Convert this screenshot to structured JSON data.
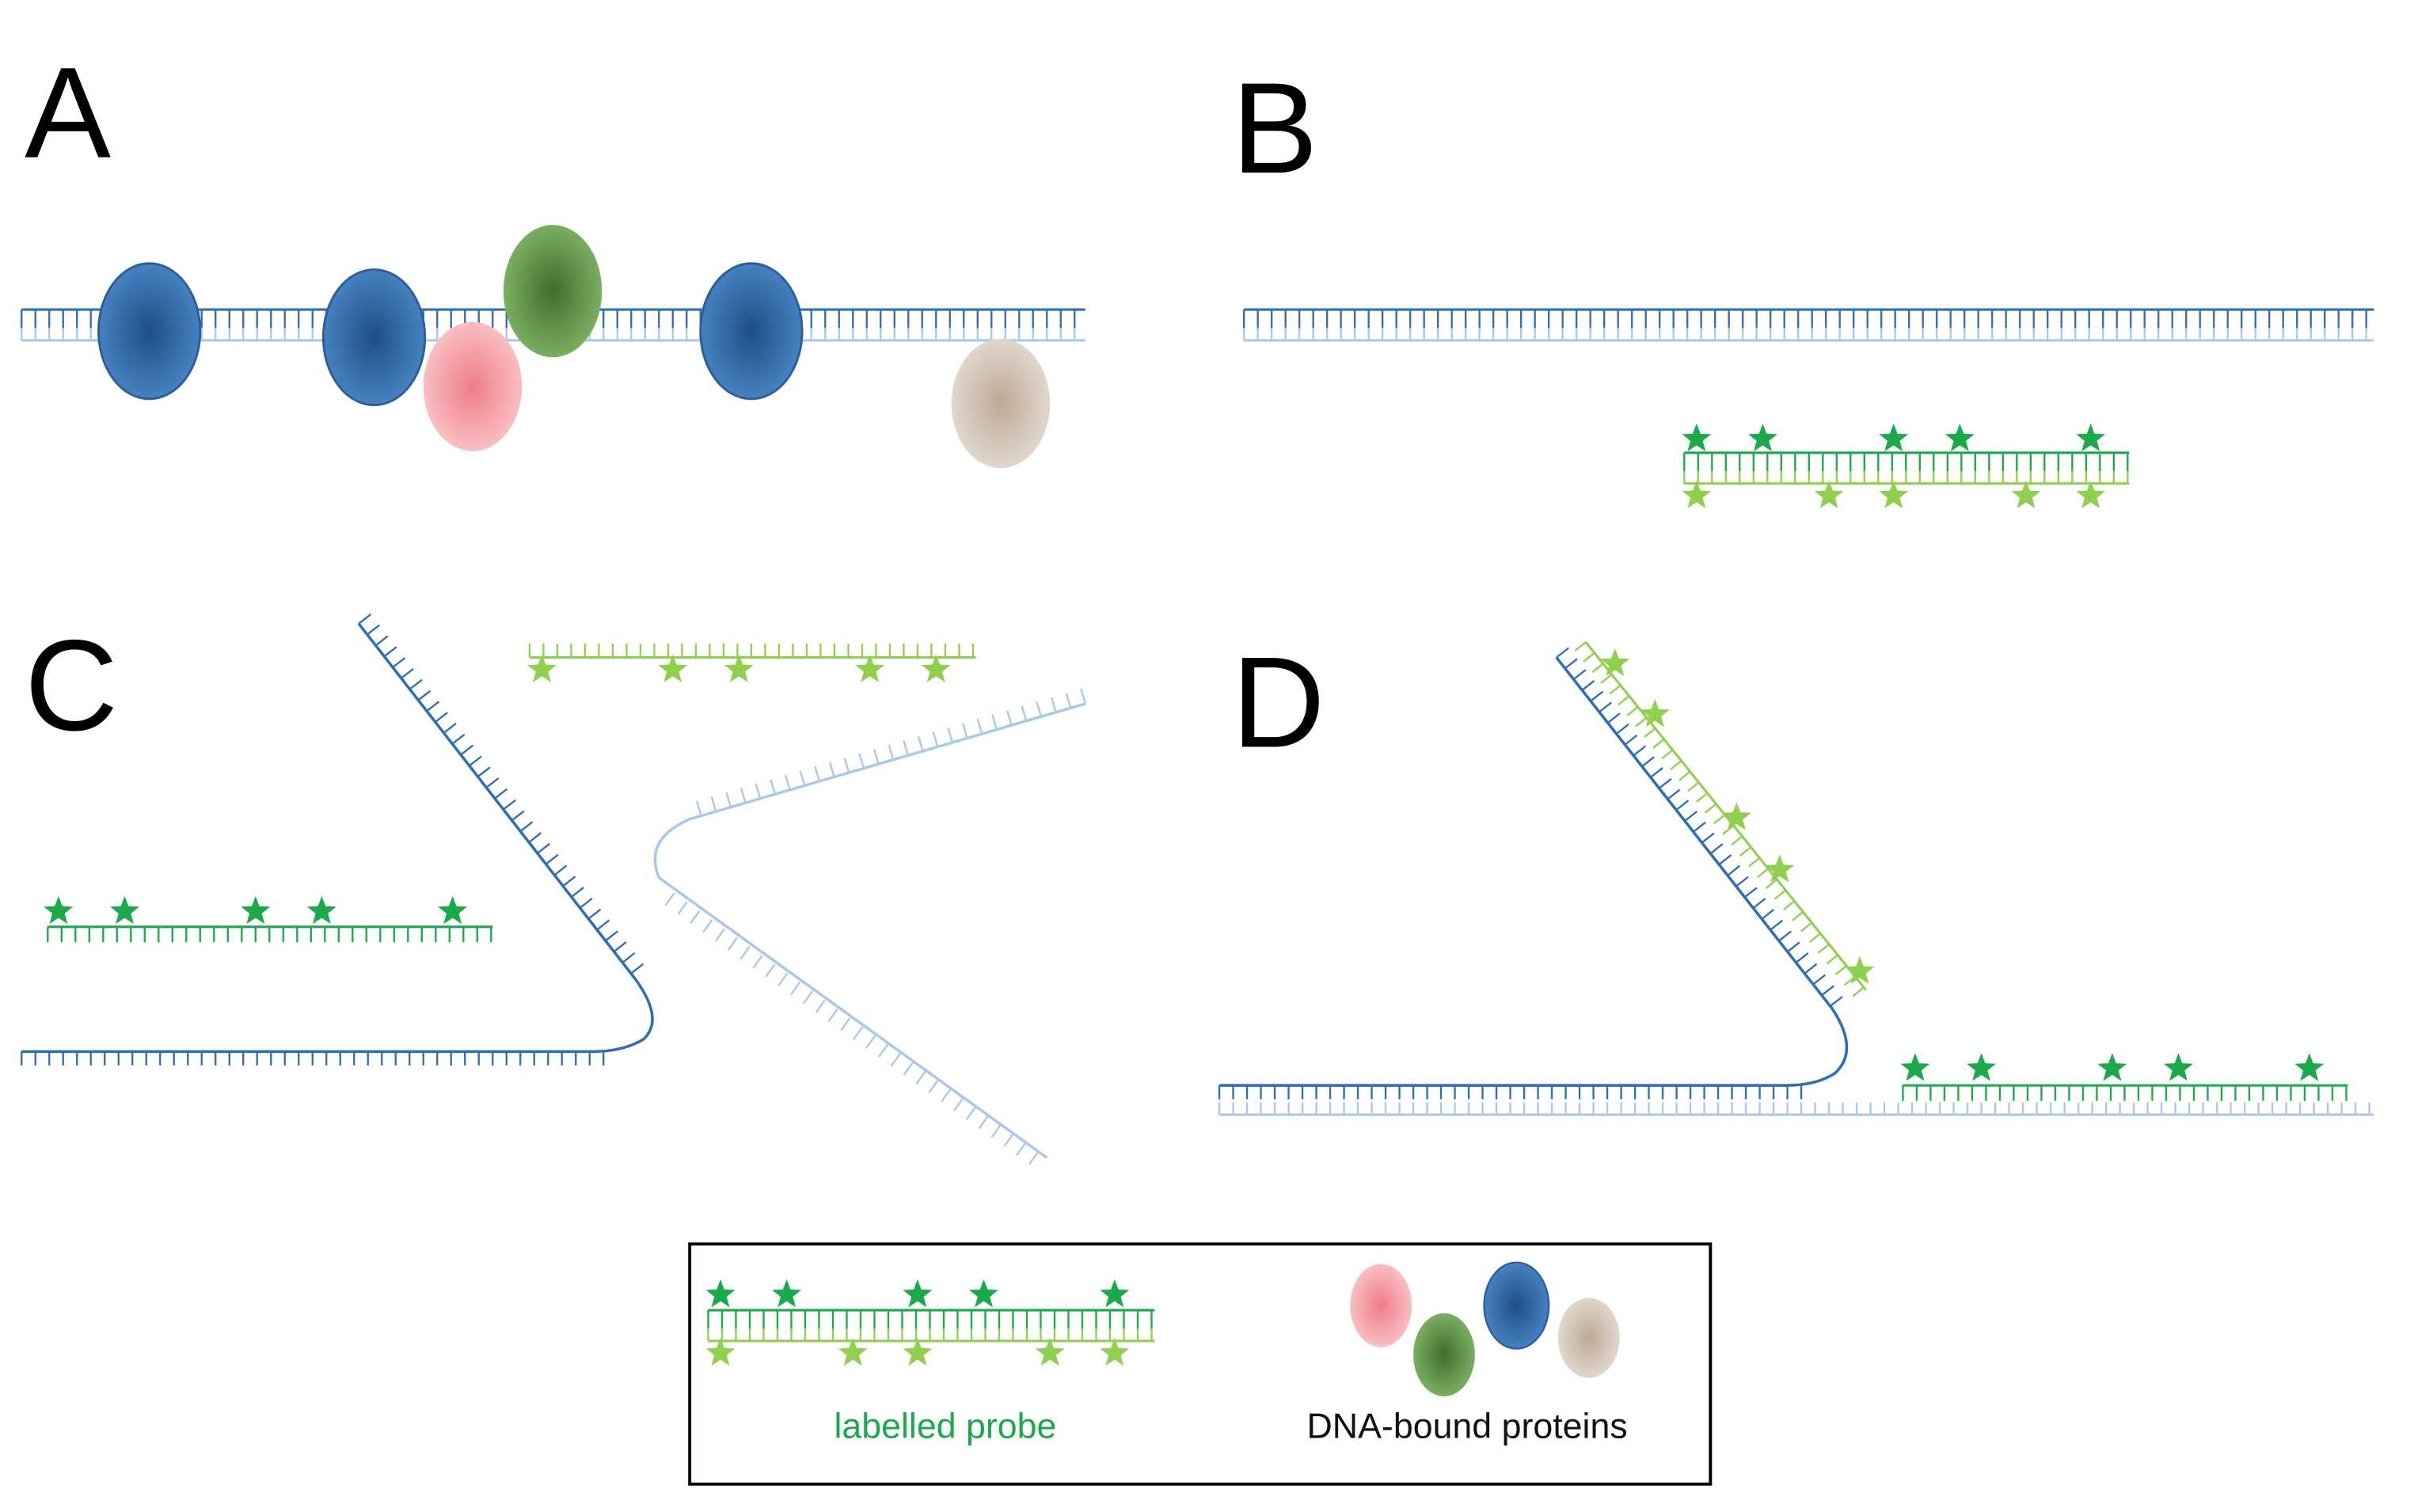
{
  "panels": {
    "a": {
      "letter": "A"
    },
    "b": {
      "letter": "B"
    },
    "c": {
      "letter": "C"
    },
    "d": {
      "letter": "D"
    }
  },
  "legend": {
    "probe_label": "labelled probe",
    "proteins_label": "DNA-bound proteins"
  },
  "colors": {
    "dna_dark": "#2e6db8",
    "dna_light": "#a9c8ea",
    "probe_dark": "#1aaa4a",
    "probe_light": "#8fd14f",
    "protein_blue": "#3f78b8",
    "protein_green": "#6ea55a",
    "protein_pink": "#f2a0a6",
    "protein_beige": "#d6c8b8",
    "legend_probe_text": "#1aaa4a",
    "legend_proteins_text": "#111111"
  }
}
